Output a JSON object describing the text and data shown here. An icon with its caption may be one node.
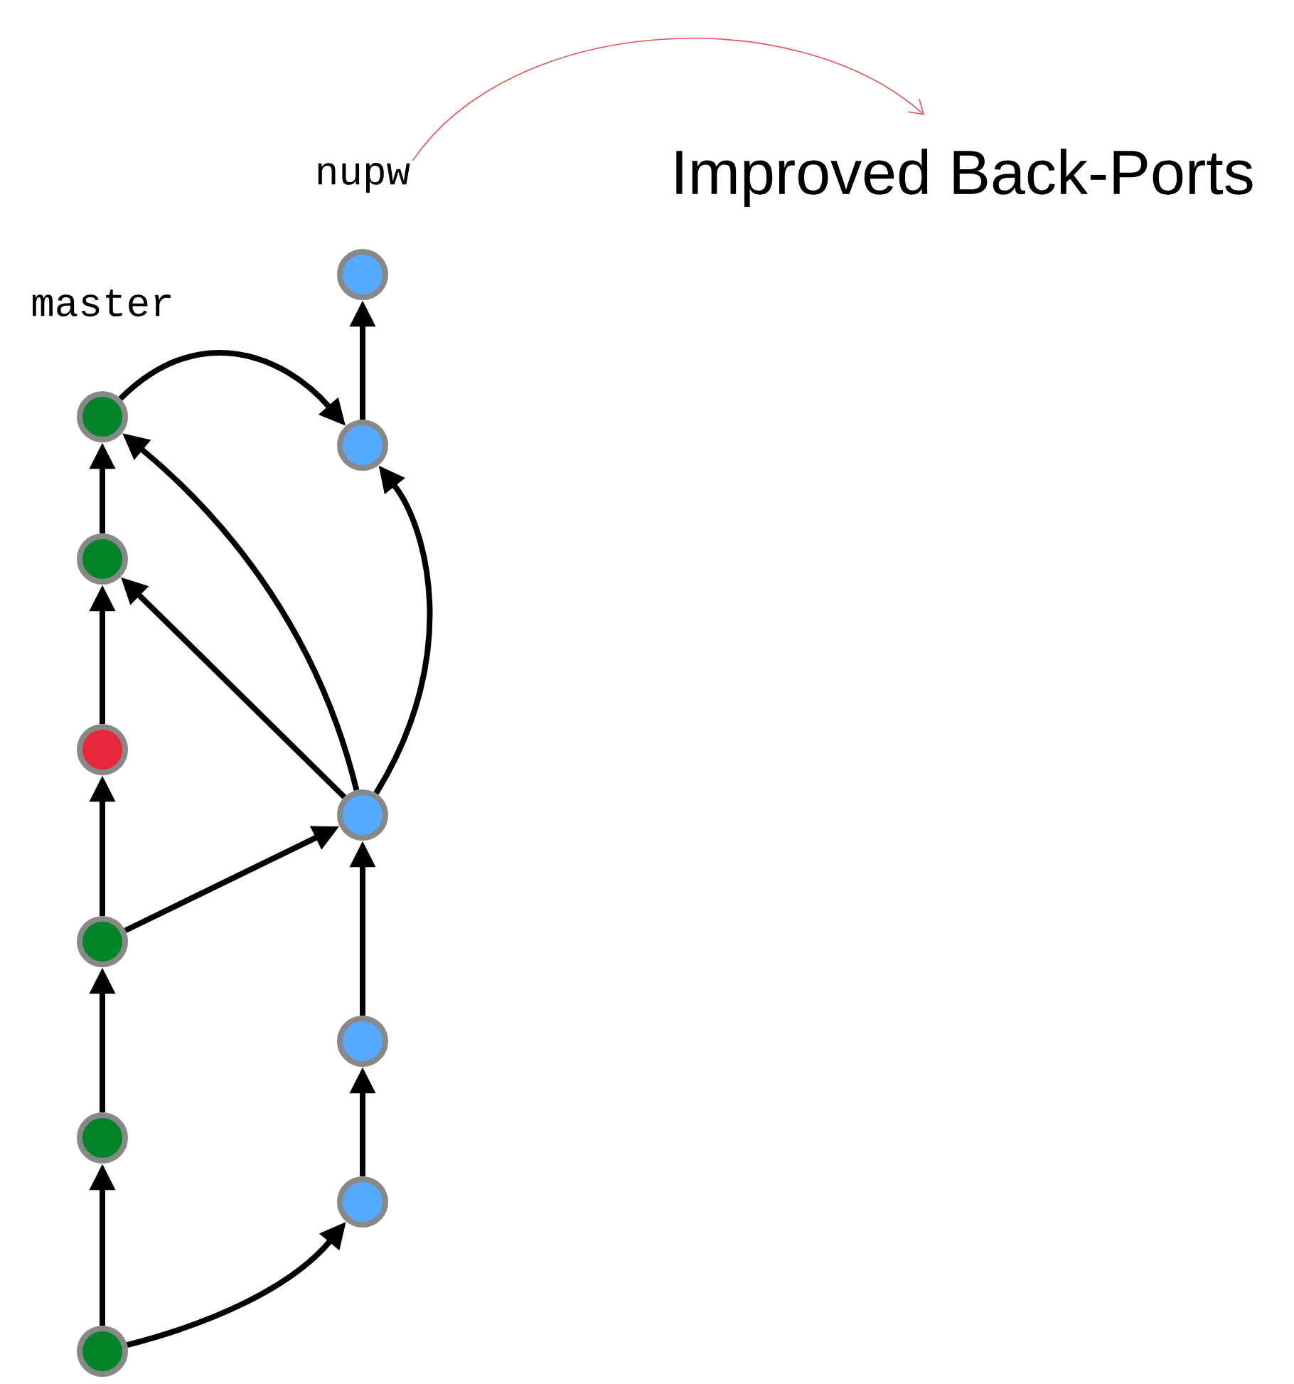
{
  "diagram": {
    "nodes": [
      {
        "text": [
          "nupw"
        ]
      },
      {
        "text": [
          "Improved Back-Ports"
        ]
      },
      {
        "text": [],
        "shape": "circle"
      },
      {
        "text": [],
        "shape": "circle"
      },
      {
        "text": [],
        "shape": "circle"
      },
      {
        "text": [],
        "shape": "circle"
      },
      {
        "text": [],
        "shape": "circle"
      },
      {
        "text": [],
        "shape": "circle"
      },
      {
        "text": [],
        "shape": "circle"
      },
      {
        "text": [],
        "shape": "circle"
      },
      {
        "text": [],
        "shape": "circle"
      },
      {
        "text": [],
        "shape": "circle"
      },
      {
        "text": [],
        "shape": "circle"
      }
    ],
    "edges": [
      {
        "from": 0,
        "to": 1,
        "arrow": "to",
        "color": "#f05050"
      },
      {
        "from": 4,
        "to": 2,
        "arrow": "to"
      },
      {
        "from": 3,
        "to": 4,
        "arrow": "to"
      },
      {
        "from": 5,
        "to": 3,
        "arrow": "to"
      },
      {
        "from": 7,
        "to": 3,
        "arrow": "to"
      },
      {
        "from": 7,
        "to": 5,
        "arrow": "to"
      },
      {
        "from": 7,
        "to": 4,
        "arrow": "to"
      },
      {
        "from": 6,
        "to": 5,
        "arrow": "to"
      },
      {
        "from": 8,
        "to": 6,
        "arrow": "to"
      },
      {
        "from": 8,
        "to": 7,
        "arrow": "to"
      },
      {
        "from": 10,
        "to": 8,
        "arrow": "to"
      },
      {
        "from": 12,
        "to": 10,
        "arrow": "to"
      },
      {
        "from": 9,
        "to": 7,
        "arrow": "to"
      },
      {
        "from": 11,
        "to": 9,
        "arrow": "to"
      },
      {
        "from": 12,
        "to": 11,
        "arrow": "to"
      }
    ],
    "labels": [
      "master"
    ]
  }
}
